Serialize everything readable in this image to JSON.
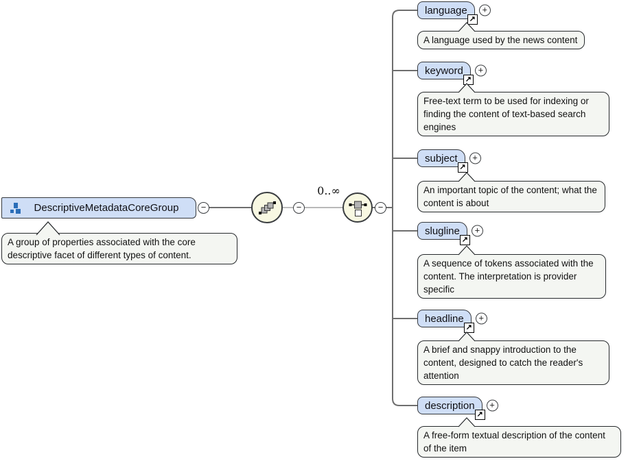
{
  "diagram": {
    "group": {
      "label": "DescriptiveMetadataCoreGroup",
      "annotation": "A group of properties associated with the core descriptive facet of different types of content."
    },
    "compositors": {
      "outer": "sequence",
      "inner": "choice",
      "occurrence": "0..∞"
    },
    "elements": [
      {
        "label": "language",
        "annotation": "A language used by the news content"
      },
      {
        "label": "keyword",
        "annotation": "Free-text term to be used for indexing or finding the content of text-based search engines"
      },
      {
        "label": "subject",
        "annotation": "An important topic of the content; what the content is about"
      },
      {
        "label": "slugline",
        "annotation": "A sequence of tokens associated with the content. The interpretation is provider specific"
      },
      {
        "label": "headline",
        "annotation": "A brief and snappy introduction to the content, designed to catch the reader's attention"
      },
      {
        "label": "description",
        "annotation": "A free-form textual description of the content of the item"
      }
    ],
    "icons": {
      "collapse": "−",
      "expand": "+",
      "reference": "↗",
      "group_glyph": "group-blocks"
    },
    "colors": {
      "node_fill": "#cfdef6",
      "annotation_fill": "#f4f6f2",
      "compositor_fill": "#f8f8e2",
      "line": "#6e6e6e",
      "icon_blue": "#2a6db8"
    }
  }
}
